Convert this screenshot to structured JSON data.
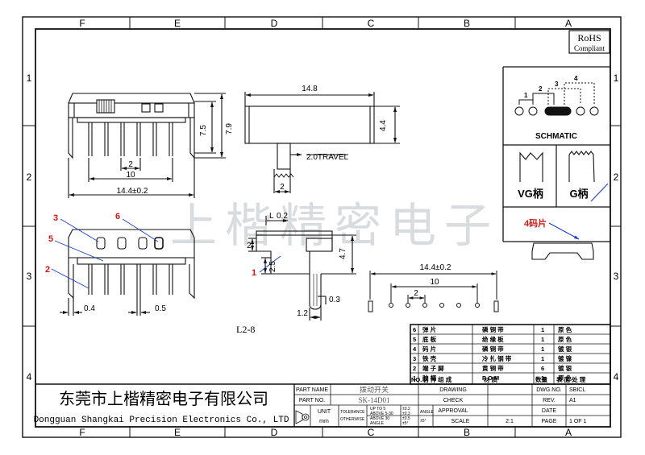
{
  "frame": {
    "col_letters_top": [
      "F",
      "E",
      "D",
      "C",
      "B",
      "A"
    ],
    "col_letters_bottom": [
      "F",
      "E",
      "D",
      "C",
      "B",
      "A"
    ],
    "row_numbers_left": [
      "1",
      "2",
      "3",
      "4"
    ],
    "row_numbers_right": [
      "1",
      "2",
      "3",
      "4"
    ]
  },
  "rohs": {
    "title": "RoHS",
    "sub": "Compliant"
  },
  "top_view": {
    "dim_7_5": "7.5",
    "dim_7_9": "7.9",
    "dim_2": "2",
    "dim_10": "10",
    "dim_width": "14.4±0.2"
  },
  "side_view": {
    "dim_width": "14.8",
    "dim_height": "4.4",
    "travel": "2.0TRAVEL",
    "dim_2": "2"
  },
  "schematic": {
    "title": "SCHMATIC",
    "pins": [
      "1",
      "2",
      "3",
      "4"
    ]
  },
  "handles": {
    "vg": "VG柄",
    "g": "G柄"
  },
  "code_piece": {
    "label": "4码片"
  },
  "watermark": "上楷精密电子",
  "detail_view": {
    "callouts": [
      "3",
      "6",
      "5",
      "2"
    ],
    "dim_04": "0.4",
    "dim_05": "0.5",
    "model": "L2-8"
  },
  "end_view": {
    "l_label": "L",
    "l_val": "0.2",
    "dim_2": "2",
    "dim_25": "2.5",
    "dim_47": "4.7",
    "callout_1": "1",
    "dim_03": "0.3",
    "dim_12": "1.2"
  },
  "pcb": {
    "dim_width": "14.4±0.2",
    "dim_10": "10",
    "dim_2": "2"
  },
  "bom": [
    {
      "no": "6",
      "name": "弹 片",
      "material": "磷 铜 带",
      "qty": "1",
      "finish": "原 色"
    },
    {
      "no": "5",
      "name": "底 板",
      "material": "绝 缘 板",
      "qty": "1",
      "finish": "原 色"
    },
    {
      "no": "4",
      "name": "码 片",
      "material": "磷 铜 带",
      "qty": "1",
      "finish": "镀 银"
    },
    {
      "no": "3",
      "name": "铁 壳",
      "material": "冷 扎 钢 带",
      "qty": "1",
      "finish": "镀 镍"
    },
    {
      "no": "2",
      "name": "端 子 脚",
      "material": "黄 铜 带",
      "qty": "6",
      "finish": "镀 银"
    },
    {
      "no": "1",
      "name": "胶 柄",
      "material": "P O M",
      "qty": "1",
      "finish": "原 色"
    }
  ],
  "bom_header": {
    "no": "NO.",
    "name": "制 件 组 成",
    "material": "材 质",
    "qty": "数量",
    "finish": "表 面 处 理"
  },
  "title_block": {
    "company_cn": "东莞市上楷精密电子有限公司",
    "company_en": "Dongguan Shangkai Precision Electronics Co., LTD",
    "part_name_label": "PART NAME",
    "part_name": "拨动开关",
    "part_no_label": "PART NO.",
    "part_no": "SK-14D01",
    "unit_label": "UNIT",
    "unit": "mm",
    "tolerance_label": "TOLERANCE",
    "otherwise_label": "OTHERWISE",
    "tol_rows": [
      "UP TO 5",
      "ABOVE 5-30",
      "ABOVE 30"
    ],
    "tol_vals": [
      "±0.2",
      "±0.3",
      "±0.5"
    ],
    "angle_label": "ANGLE",
    "angle_val": "±5°",
    "angle_col": "ANGLE",
    "drawing": "DRAWING",
    "check": "CHECK",
    "approval": "APPROVAL",
    "scale_label": "SCALE",
    "scale": "2:1",
    "dwg_label": "DWG.NO.",
    "dwg": "SBICL",
    "rev_label": "REV.",
    "rev": "A1",
    "date_label": "DATE",
    "page_label": "PAGE",
    "page": "1 OF 1"
  },
  "colors": {
    "callout_red": "#d01818",
    "line": "#111111",
    "dim_blue": "#1a3fd0"
  }
}
